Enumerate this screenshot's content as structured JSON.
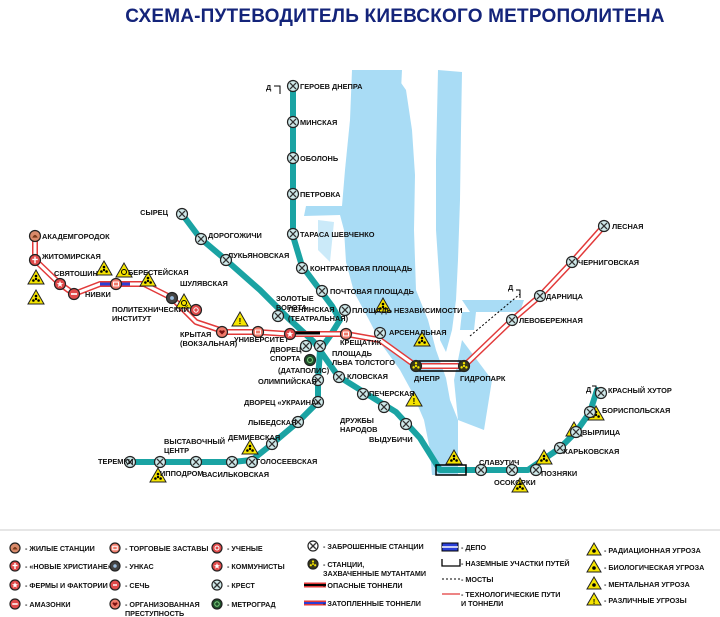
{
  "title": "СХЕМА-ПУТЕВОДИТЕЛЬ КИЕВСКОГО МЕТРОПОЛИТЕНА",
  "colors": {
    "line": "#1aa3a3",
    "line_dark": "#0b7878",
    "river": "#a9dcf5",
    "danger": "#e23a3a",
    "title": "#14247a",
    "hazard": "#f5e400"
  },
  "stations": [
    {
      "id": "geroev",
      "label": "ГЕРОЕВ ДНЕПРА",
      "type": "cross"
    },
    {
      "id": "minskaya",
      "label": "МИНСКАЯ",
      "type": "cross"
    },
    {
      "id": "obolon",
      "label": "ОБОЛОНЬ",
      "type": "cross"
    },
    {
      "id": "petrovka",
      "label": "ПЕТРОВКА",
      "type": "cross"
    },
    {
      "id": "tarasa",
      "label": "ТАРАСА ШЕВЧЕНКО",
      "type": "cross"
    },
    {
      "id": "kontraktovaya",
      "label": "КОНТРАКТОВАЯ ПЛОЩАДЬ",
      "type": "cross"
    },
    {
      "id": "pochtovaya",
      "label": "ПОЧТОВАЯ ПЛОЩАДЬ",
      "type": "cross"
    },
    {
      "id": "nezav",
      "label": "ПЛОЩАДЬ НЕЗАВИСИМОСТИ",
      "type": "cross"
    },
    {
      "id": "tolstogo",
      "label": "ПЛОЩАДЬ ЛЬВА ТОЛСТОГО",
      "type": "cross"
    },
    {
      "id": "datapolis",
      "label": "(ДАТАПОЛИС)",
      "type": "metrograd"
    },
    {
      "id": "syrets",
      "label": "СЫРЕЦ",
      "type": "cross"
    },
    {
      "id": "dorogozhichi",
      "label": "ДОРОГОЖИЧИ",
      "type": "cross"
    },
    {
      "id": "lukyanovskaya",
      "label": "ЛУКЬЯНОВСКАЯ",
      "type": "cross"
    },
    {
      "id": "zolotye",
      "label": "ЗОЛОТЫЕ ВОРОТА",
      "type": "cross"
    },
    {
      "id": "dvorets_sporta",
      "label": "ДВОРЕЦ СПОРТА",
      "type": "cross"
    },
    {
      "id": "klovskaya",
      "label": "КЛОВСКАЯ",
      "type": "cross"
    },
    {
      "id": "pecherskaya",
      "label": "ПЕЧЕРСКАЯ",
      "type": "cross"
    },
    {
      "id": "druzhby",
      "label": "ДРУЖБЫ НАРОДОВ",
      "type": "cross"
    },
    {
      "id": "vydubichi",
      "label": "ВЫДУБИЧИ",
      "type": "cross"
    },
    {
      "id": "slavutich",
      "label": "СЛАВУТИЧ",
      "type": "cross"
    },
    {
      "id": "osokorki",
      "label": "ОСОКОРКИ",
      "type": "cross"
    },
    {
      "id": "poznyaki",
      "label": "ПОЗНЯКИ",
      "type": "cross"
    },
    {
      "id": "harkovskaya",
      "label": "ХАРЬКОВСКАЯ",
      "type": "cross"
    },
    {
      "id": "vyrlitsa",
      "label": "ВЫРЛИЦА",
      "type": "cross"
    },
    {
      "id": "borispolskaya",
      "label": "БОРИСПОЛЬСКАЯ",
      "type": "cross"
    },
    {
      "id": "krasny",
      "label": "КРАСНЫЙ ХУТОР",
      "type": "cross"
    },
    {
      "id": "akademgorodok",
      "label": "АКАДЕМГОРОДОК",
      "type": "living"
    },
    {
      "id": "zhitomirskaya",
      "label": "ЖИТОМИРСКАЯ",
      "type": "christian"
    },
    {
      "id": "svyatoshin",
      "label": "СВЯТОШИН",
      "type": "farm"
    },
    {
      "id": "nivki",
      "label": "НИВКИ",
      "type": "amazon"
    },
    {
      "id": "berestejskaya",
      "label": "БЕРЕСТЕЙСКАЯ",
      "type": "trade"
    },
    {
      "id": "shulyavskaya",
      "label": "ШУЛЯВСКАЯ",
      "type": "unkas"
    },
    {
      "id": "politeh",
      "label": "ПОЛИТЕХНИЧЕСКИЙ ИНСТИТУТ",
      "type": "scholar"
    },
    {
      "id": "vokzalnaya",
      "label": "КРЫТАЯ (ВОКЗАЛЬНАЯ)",
      "type": "crime"
    },
    {
      "id": "universitet",
      "label": "УНИВЕРСИТЕТ",
      "type": "trade"
    },
    {
      "id": "teatralnaya",
      "label": "ЛЕНИНСКАЯ (ТЕАТРАЛЬНАЯ)",
      "type": "communist"
    },
    {
      "id": "kreshchatik",
      "label": "КРЕЩАТИК",
      "type": "trade"
    },
    {
      "id": "arsenalnaya",
      "label": "АРСЕНАЛЬНАЯ",
      "type": "cross"
    },
    {
      "id": "dnepr",
      "label": "ДНЕПР",
      "type": "mutant"
    },
    {
      "id": "gidropark",
      "label": "ГИДРОПАРК",
      "type": "mutant"
    },
    {
      "id": "levoberezhnaya",
      "label": "ЛЕВОБЕРЕЖНАЯ",
      "type": "cross"
    },
    {
      "id": "darnitsa",
      "label": "ДАРНИЦА",
      "type": "cross"
    },
    {
      "id": "chernigovskaya",
      "label": "ЧЕРНИГОВСКАЯ",
      "type": "cross"
    },
    {
      "id": "lesnaya",
      "label": "ЛЕСНАЯ",
      "type": "cross"
    },
    {
      "id": "olimpiyskaya",
      "label": "ОЛИМПИЙСКАЯ",
      "type": "cross"
    },
    {
      "id": "dvorets_ukraina",
      "label": "ДВОРЕЦ «УКРАИНА»",
      "type": "cross"
    },
    {
      "id": "lybedskaya",
      "label": "ЛЫБЕДСКАЯ",
      "type": "cross"
    },
    {
      "id": "demievskaya",
      "label": "ДЕМИЕВСКАЯ",
      "type": "cross"
    },
    {
      "id": "goloseevskaya",
      "label": "ГОЛОСЕЕВСКАЯ",
      "type": "cross"
    },
    {
      "id": "vasilkovskaya",
      "label": "ВАСИЛЬКОВСКАЯ",
      "type": "cross"
    },
    {
      "id": "vystavochny",
      "label": "ВЫСТАВОЧНЫЙ ЦЕНТР",
      "type": "cross"
    },
    {
      "id": "ippodrom",
      "label": "ИППОДРОМ",
      "type": "cross"
    },
    {
      "id": "teremki",
      "label": "ТЕРЕМКИ",
      "type": "cross"
    }
  ],
  "depot_labels": [
    "Д",
    "Д",
    "Д"
  ],
  "legend": [
    {
      "icon": "living",
      "label": "- ЖИЛЫЕ СТАНЦИИ"
    },
    {
      "icon": "christian",
      "label": "- «НОВЫЕ ХРИСТИАНЕ»"
    },
    {
      "icon": "farm",
      "label": "- ФЕРМЫ И ФАКТОРИИ"
    },
    {
      "icon": "amazon",
      "label": "- АМАЗОНКИ"
    },
    {
      "icon": "trade",
      "label": "- ТОРГОВЫЕ ЗАСТАВЫ"
    },
    {
      "icon": "unkas",
      "label": "- УНКАС"
    },
    {
      "icon": "sech",
      "label": "- СЕЧЬ"
    },
    {
      "icon": "crime",
      "label": "- ОРГАНИЗОВАННАЯ ПРЕСТУПНОСТЬ"
    },
    {
      "icon": "scholar",
      "label": "- УЧЕНЫЕ"
    },
    {
      "icon": "communist",
      "label": "- КОММУНИСТЫ"
    },
    {
      "icon": "cross",
      "label": "- КРЕСТ"
    },
    {
      "icon": "metrograd",
      "label": "- МЕТРОГРАД"
    },
    {
      "icon": "abandoned",
      "label": "- ЗАБРОШЕННЫЕ СТАНЦИИ"
    },
    {
      "icon": "mutant",
      "label": "- СТАНЦИИ, ЗАХВАЧЕННЫЕ МУТАНТАМИ"
    },
    {
      "icon": "danger-tunnel",
      "label": "- ОПАСНЫЕ ТОННЕЛИ"
    },
    {
      "icon": "flooded-tunnel",
      "label": "- ЗАТОПЛЕННЫЕ ТОННЕЛИ"
    },
    {
      "icon": "depot",
      "label": "- ДЕПО"
    },
    {
      "icon": "surface",
      "label": "- НАЗЕМНЫЕ УЧАСТКИ ПУТЕЙ"
    },
    {
      "icon": "bridge",
      "label": "- МОСТЫ"
    },
    {
      "icon": "tech",
      "label": "- ТЕХНОЛОГИЧЕСКИЕ ПУТИ И ТОННЕЛИ"
    },
    {
      "icon": "radiation",
      "label": "- РАДИАЦИОННАЯ УГРОЗА"
    },
    {
      "icon": "biohazard",
      "label": "- БИОЛОГИЧЕСКАЯ УГРОЗА"
    },
    {
      "icon": "mental",
      "label": "- МЕНТАЛЬНАЯ УГРОЗА"
    },
    {
      "icon": "misc",
      "label": "- РАЗЛИЧНЫЕ УГРОЗЫ"
    }
  ]
}
